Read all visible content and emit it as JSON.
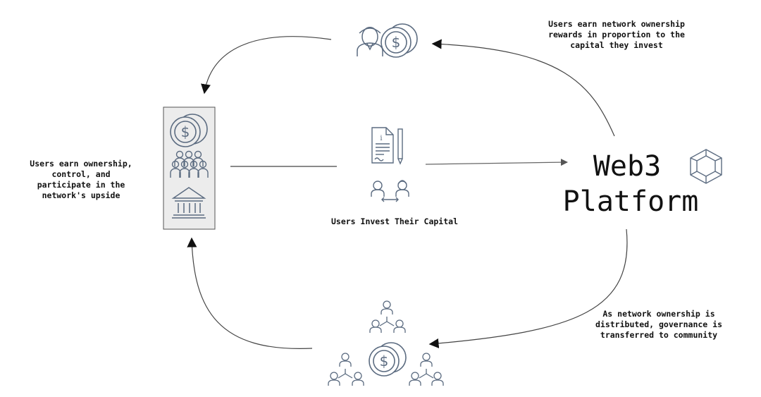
{
  "platform": {
    "line1": "Web3",
    "line2": "Platform",
    "icon": "cube-icon"
  },
  "labels": {
    "top_right": "Users earn network ownership\nrewards in proportion to the\ncapital they invest",
    "left": "Users earn ownership,\ncontrol, and\nparticipate in the\nnetwork's upside",
    "center": "Users Invest Their Capital",
    "bottom_right": "As network ownership is\ndistributed, governance is\ntransferred to community"
  },
  "icons": {
    "top": [
      "investor-icon",
      "coins-icon"
    ],
    "left_panel": [
      "coins-icon",
      "community-icon",
      "bank-icon"
    ],
    "center": [
      "contract-document-icon",
      "pen-icon",
      "exchange-users-icon"
    ],
    "bottom": [
      "org-network-icon",
      "coins-icon"
    ]
  },
  "colors": {
    "icon_stroke": "#5b6b80",
    "arrow": "#444444",
    "panel_fill": "#ececec",
    "text": "#111111"
  }
}
